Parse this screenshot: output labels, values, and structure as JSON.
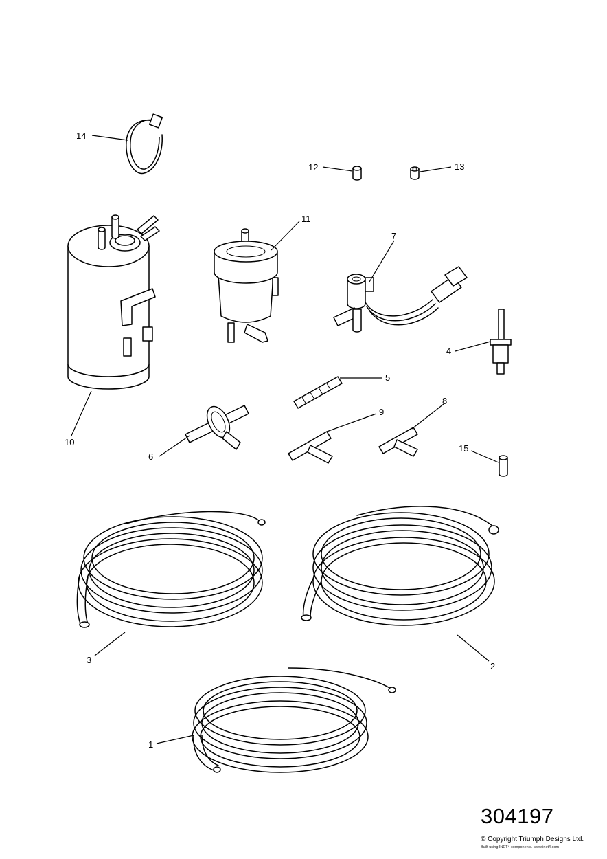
{
  "callouts": {
    "c1": "1",
    "c2": "2",
    "c3": "3",
    "c4": "4",
    "c5": "5",
    "c6": "6",
    "c7": "7",
    "c8": "8",
    "c9": "9",
    "c10": "10",
    "c11": "11",
    "c12": "12",
    "c13": "13",
    "c14": "14",
    "c15": "15"
  },
  "footer": {
    "reference_number": "304197",
    "copyright": "© Copyright Triumph Designs Ltd.",
    "built_with": "Built using INET4 components. www.inet4.com"
  }
}
